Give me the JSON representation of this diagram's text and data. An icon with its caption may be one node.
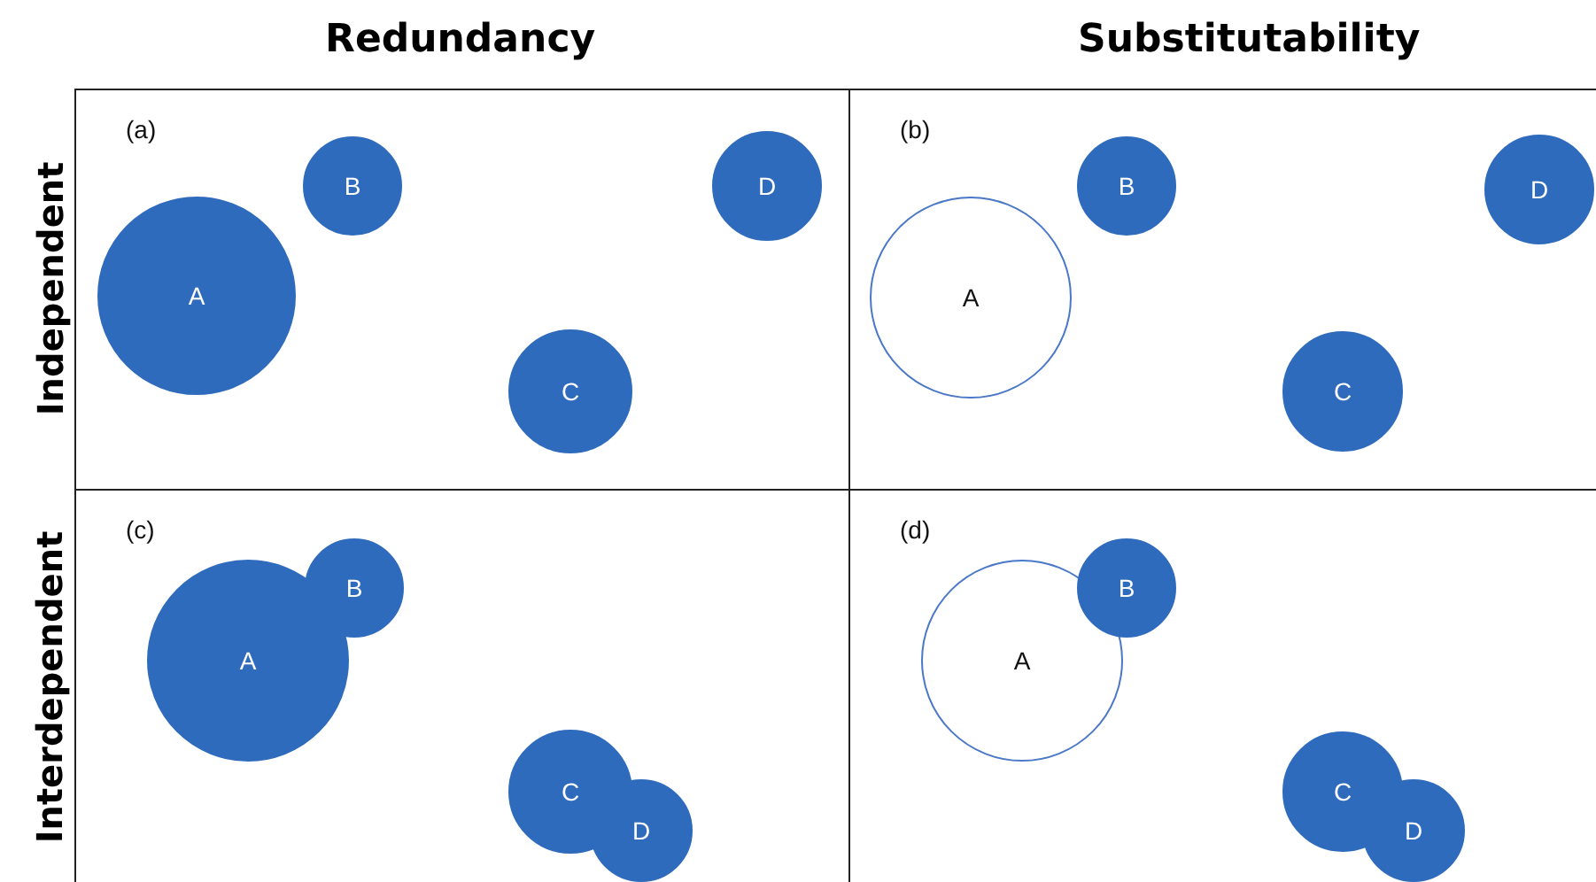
{
  "diagram": {
    "nodes": [
      {
        "text": [
          "(a)"
        ]
      },
      {
        "text": [
          "A"
        ],
        "in": 0
      },
      {
        "text": [
          "B"
        ],
        "in": 0
      },
      {
        "text": [
          "C"
        ],
        "in": 0
      },
      {
        "text": [
          "D"
        ],
        "in": 0
      },
      {
        "text": [
          "(b)"
        ]
      },
      {
        "text": [
          "A"
        ],
        "in": 5
      },
      {
        "text": [
          "B"
        ],
        "in": 5
      },
      {
        "text": [
          "C"
        ],
        "in": 5
      },
      {
        "text": [
          "D"
        ],
        "in": 5
      },
      {
        "text": [
          "(c)"
        ]
      },
      {
        "text": [
          "A"
        ],
        "in": 10
      },
      {
        "text": [
          "B"
        ],
        "in": 10
      },
      {
        "text": [
          "C"
        ],
        "in": 10
      },
      {
        "text": [
          "D"
        ],
        "in": 10
      },
      {
        "text": [
          "(d)"
        ]
      },
      {
        "text": [
          "A"
        ],
        "in": 15
      },
      {
        "text": [
          "B"
        ],
        "in": 15
      },
      {
        "text": [
          "C"
        ],
        "in": 15
      },
      {
        "text": [
          "D"
        ],
        "in": 15
      }
    ],
    "edges": [],
    "labels": [
      "Redundancy",
      "Substitutability",
      "Independent",
      "Interdependent"
    ]
  }
}
